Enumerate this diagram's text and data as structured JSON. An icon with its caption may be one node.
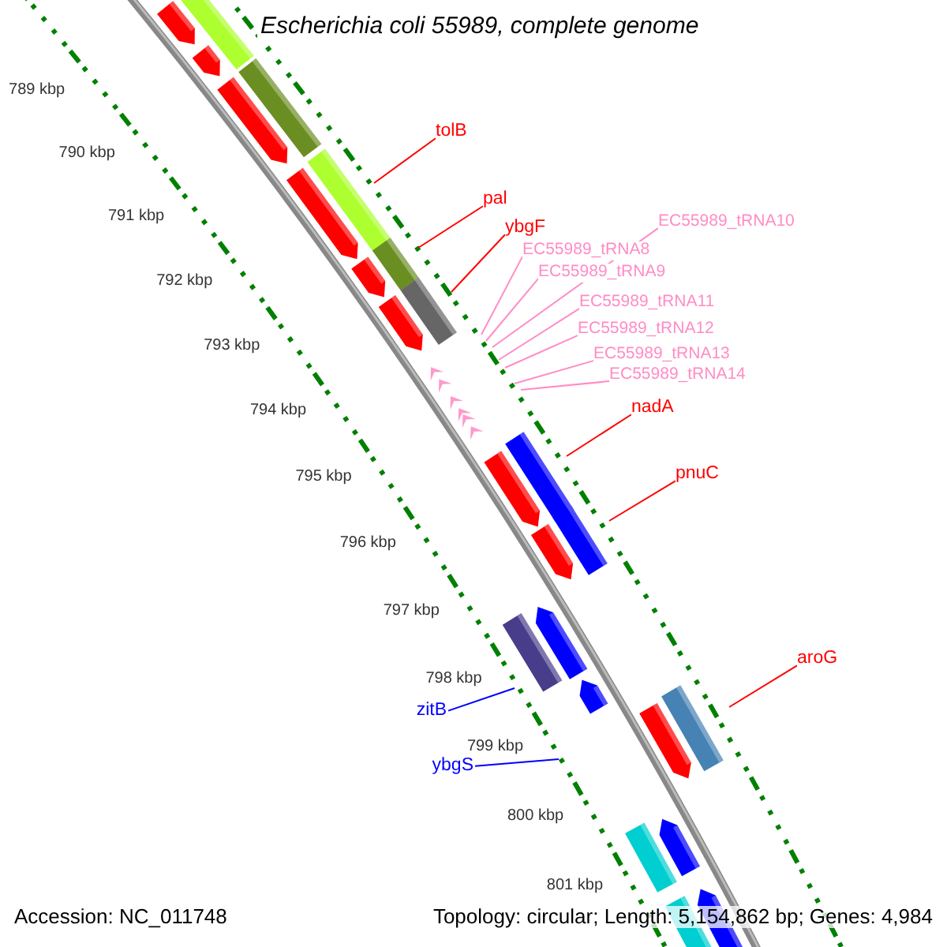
{
  "diagram": {
    "title": "Escherichia coli 55989, complete genome",
    "nodes": [
      {
        "text": [
          "tolB"
        ]
      },
      {
        "text": [
          "pal"
        ]
      },
      {
        "text": [
          "EC55989_tRNA10"
        ]
      },
      {
        "text": [
          "ybgF"
        ]
      },
      {
        "text": [
          "EC55989_tRNA8"
        ]
      },
      {
        "text": [
          "EC55989_tRNA9"
        ]
      },
      {
        "text": [
          "EC55989_tRNA11"
        ]
      },
      {
        "text": [
          "EC55989_tRNA12"
        ]
      },
      {
        "text": [
          "EC55989_tRNA13"
        ]
      },
      {
        "text": [
          "EC55989_tRNA14"
        ]
      },
      {
        "text": [
          "nadA"
        ]
      },
      {
        "text": [
          "pnuC"
        ]
      },
      {
        "text": [
          "aroG"
        ]
      },
      {
        "text": [
          "zitB"
        ]
      },
      {
        "text": [
          "ybgS"
        ]
      }
    ],
    "edges": [
      {
        "from": 0,
        "to": null,
        "arrow": "none",
        "color": "#ff0000"
      },
      {
        "from": 1,
        "to": null,
        "arrow": "none",
        "color": "#ff0000"
      },
      {
        "from": 2,
        "to": null,
        "arrow": "none"
      },
      {
        "from": 3,
        "to": null,
        "arrow": "none",
        "color": "#ff0000"
      },
      {
        "from": 4,
        "to": null,
        "arrow": "none"
      },
      {
        "from": 5,
        "to": null,
        "arrow": "none"
      },
      {
        "from": 6,
        "to": null,
        "arrow": "none"
      },
      {
        "from": 7,
        "to": null,
        "arrow": "none"
      },
      {
        "from": 8,
        "to": null,
        "arrow": "none"
      },
      {
        "from": 9,
        "to": null,
        "arrow": "none"
      },
      {
        "from": 10,
        "to": null,
        "arrow": "none",
        "color": "#ff0000"
      },
      {
        "from": 11,
        "to": null,
        "arrow": "none",
        "color": "#ff0000"
      },
      {
        "from": 12,
        "to": null,
        "arrow": "none",
        "color": "#ff0000"
      },
      {
        "from": 13,
        "to": null,
        "arrow": "none",
        "color": "#0000ff"
      },
      {
        "from": 14,
        "to": null,
        "arrow": "none",
        "color": "#0000ff"
      }
    ],
    "labels": [
      "789 kbp",
      "790 kbp",
      "791 kbp",
      "792 kbp",
      "793 kbp",
      "794 kbp",
      "795 kbp",
      "796 kbp",
      "797 kbp",
      "798 kbp",
      "799 kbp",
      "800 kbp",
      "801 kbp",
      "Accession: NC_011748",
      "Topology: circular; Length: 5,154,862 bp; Genes: 4,984"
    ]
  }
}
